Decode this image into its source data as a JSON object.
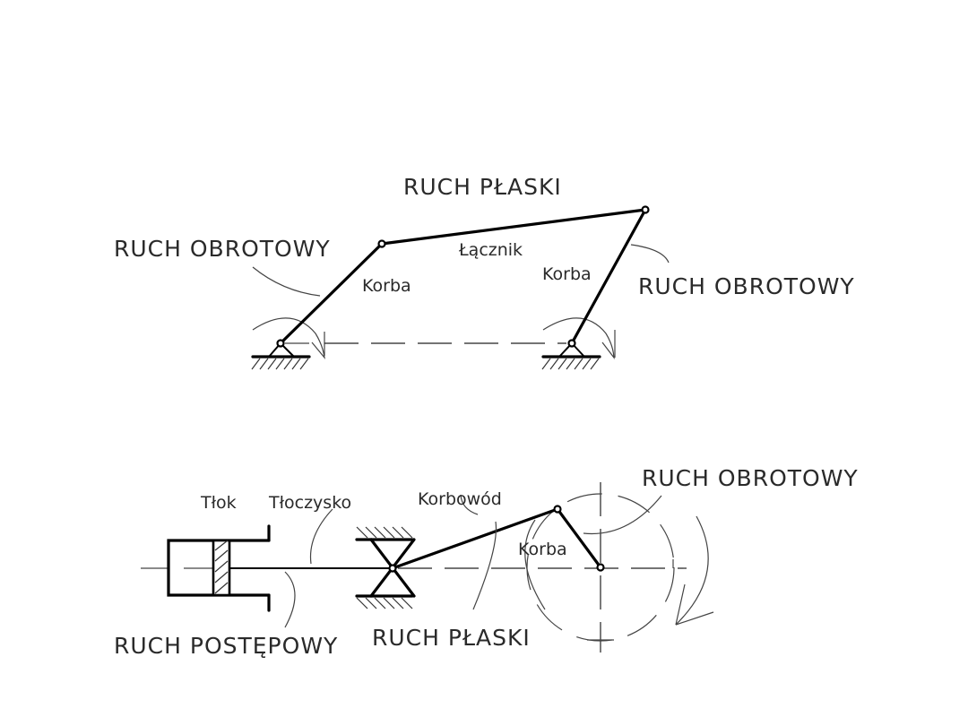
{
  "diagram": {
    "title": "Mechanisms and types of motion",
    "four_bar": {
      "labels": {
        "coupler_motion": "RUCH PŁASKI",
        "left_motion": "RUCH OBROTOWY",
        "right_motion": "RUCH OBROTOWY",
        "coupler": "Łącznik",
        "left_crank": "Korba",
        "right_crank": "Korba"
      }
    },
    "slider_crank": {
      "labels": {
        "piston": "Tłok",
        "piston_rod": "Tłoczysko",
        "connecting_rod": "Korbowód",
        "crank": "Korba",
        "crank_motion": "RUCH OBROTOWY",
        "piston_motion": "RUCH POSTĘPOWY",
        "rod_motion": "RUCH PŁASKI"
      }
    },
    "colors": {
      "line": "#000000",
      "text": "#2a2a2a",
      "background": "#ffffff"
    }
  }
}
